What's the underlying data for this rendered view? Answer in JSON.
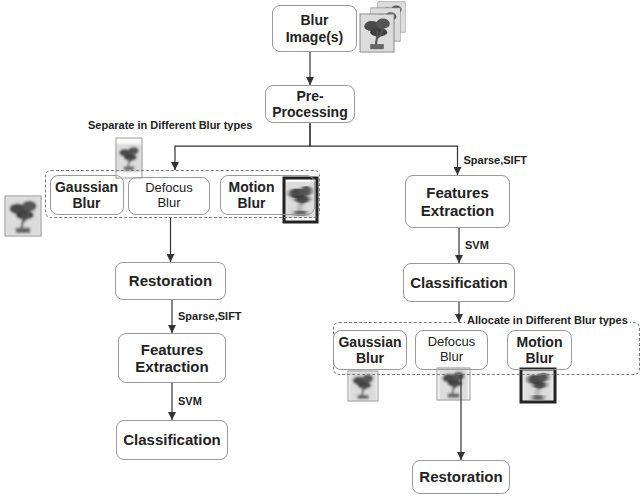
{
  "diagram": {
    "nodes": [
      {
        "text": [
          "Blur Image(s)"
        ]
      },
      {
        "text": [
          "Pre- Processing"
        ]
      },
      {
        "text": [
          "Separate in Different Blur types"
        ]
      },
      {
        "text": [
          "Gaussian Blur"
        ],
        "in": 2
      },
      {
        "text": [
          "Defocus Blur"
        ],
        "in": 2
      },
      {
        "text": [
          "Motion Blur"
        ],
        "in": 2
      },
      {
        "text": [
          "Restoration"
        ]
      },
      {
        "text": [
          "Features Extraction"
        ]
      },
      {
        "text": [
          "Classification"
        ]
      },
      {
        "text": [
          "Features Extraction"
        ]
      },
      {
        "text": [
          "Classification"
        ]
      },
      {
        "text": [
          "Allocate in Different Blur types"
        ]
      },
      {
        "text": [
          "Gaussian Blur"
        ],
        "in": 11
      },
      {
        "text": [
          "Defocus Blur"
        ],
        "in": 11
      },
      {
        "text": [
          "Motion Blur"
        ],
        "in": 11
      },
      {
        "text": [
          "Restoration"
        ]
      }
    ],
    "edges": [
      {
        "from": 0,
        "to": 1,
        "arrow": "to"
      },
      {
        "from": 1,
        "to": 2,
        "arrow": "to"
      },
      {
        "from": 1,
        "to": 9,
        "label": "Sparse,SIFT",
        "arrow": "to"
      },
      {
        "from": 2,
        "to": 6,
        "arrow": "to"
      },
      {
        "from": 6,
        "to": 7,
        "label": "Sparse,SIFT",
        "arrow": "to"
      },
      {
        "from": 7,
        "to": 8,
        "label": "SVM",
        "arrow": "to"
      },
      {
        "from": 9,
        "to": 10,
        "label": "SVM",
        "arrow": "to"
      },
      {
        "from": 10,
        "to": 11,
        "arrow": "to"
      },
      {
        "from": 11,
        "to": 15,
        "arrow": "to"
      }
    ]
  }
}
